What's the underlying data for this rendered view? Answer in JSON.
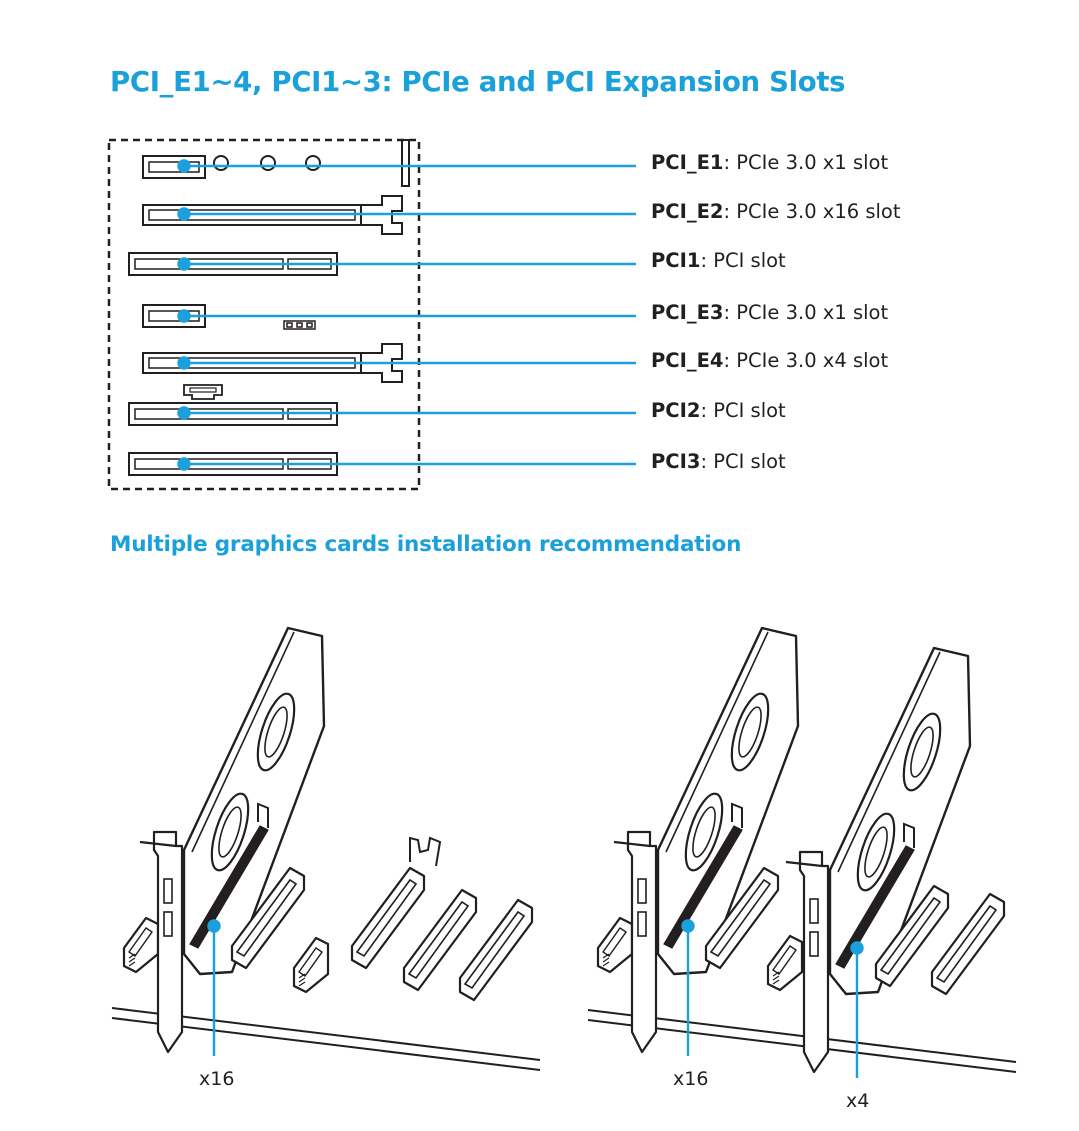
{
  "page": {
    "title": "PCI_E1~4, PCI1~3: PCIe and PCI Expansion Slots",
    "subtitle": "Multiple graphics cards installation recommendation"
  },
  "colors": {
    "accent": "#1aa0db",
    "line": "#231f20"
  },
  "slots": [
    {
      "name": "PCI_E1",
      "desc": ": PCIe 3.0 x1 slot"
    },
    {
      "name": "PCI_E2",
      "desc": ": PCIe 3.0 x16 slot"
    },
    {
      "name": "PCI1",
      "desc": ": PCI slot"
    },
    {
      "name": "PCI_E3",
      "desc": ": PCIe 3.0 x1 slot"
    },
    {
      "name": "PCI_E4",
      "desc": ": PCIe 3.0 x4 slot"
    },
    {
      "name": "PCI2",
      "desc": ": PCI slot"
    },
    {
      "name": "PCI3",
      "desc": ": PCI slot"
    }
  ],
  "installations": {
    "single": {
      "callouts": [
        "x16"
      ]
    },
    "dual": {
      "callouts": [
        "x16",
        "x4"
      ]
    }
  }
}
